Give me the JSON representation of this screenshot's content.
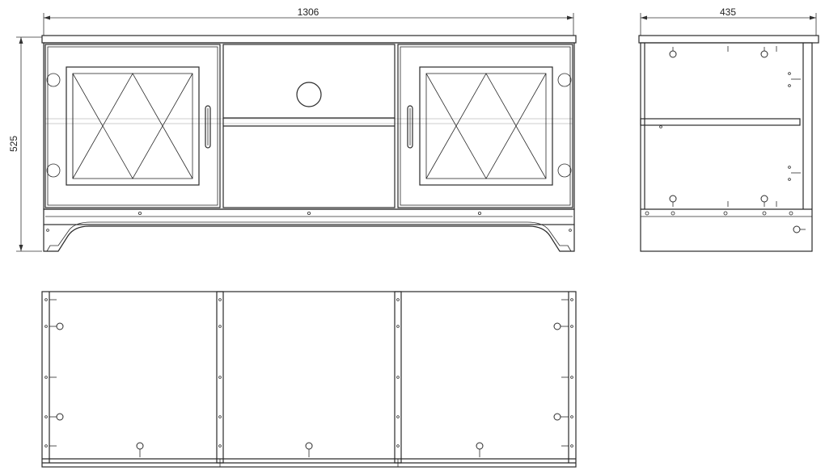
{
  "dimensions": {
    "width": "1306",
    "height": "525",
    "depth": "435"
  },
  "views": [
    "front-view",
    "side-view",
    "plan-view"
  ]
}
